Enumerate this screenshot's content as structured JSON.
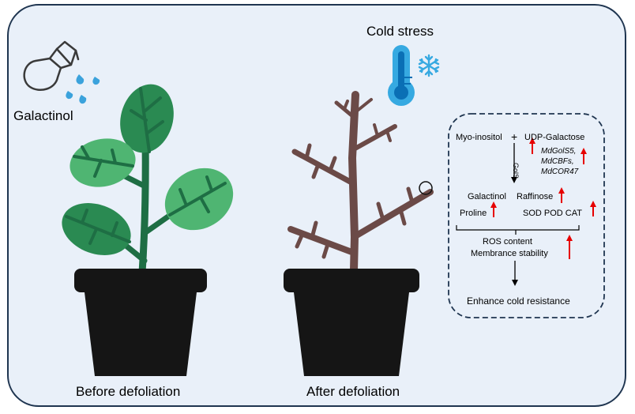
{
  "left_plant": {
    "treatment_label": "Galactinol",
    "caption": "Before defoliation"
  },
  "right_plant": {
    "stress_label": "Cold stress",
    "caption": "After defoliation"
  },
  "pathway": {
    "substrate_1": "Myo-inositol",
    "plus_sign": "+",
    "substrate_2": "UDP-Galactose",
    "enzyme": "GolS",
    "genes": [
      "MdGolS5,",
      "MdCBFs,",
      "MdCOR47"
    ],
    "product_1": "Galactinol",
    "product_2": "Raffinose",
    "product_3": "Proline",
    "enzymes_antioxidant": "SOD POD CAT",
    "effect_1": "ROS content",
    "effect_2": "Membrance stability",
    "outcome": "Enhance cold resistance"
  },
  "colors": {
    "background": "#e9f0f9",
    "border": "#1f3550",
    "leaf_light": "#4fb572",
    "leaf_dark": "#2a8a52",
    "stem_green": "#1e6e44",
    "branch_brown": "#6b4a47",
    "pot": "#151515",
    "water_drop": "#3ba2dc",
    "thermometer": "#36a9e1",
    "up_arrow": "#e60000"
  },
  "icons": [
    "spray-bottle-icon",
    "water-drop-icon",
    "thermometer-icon",
    "snowflake-icon",
    "up-arrow-icon",
    "down-arrow-icon"
  ]
}
